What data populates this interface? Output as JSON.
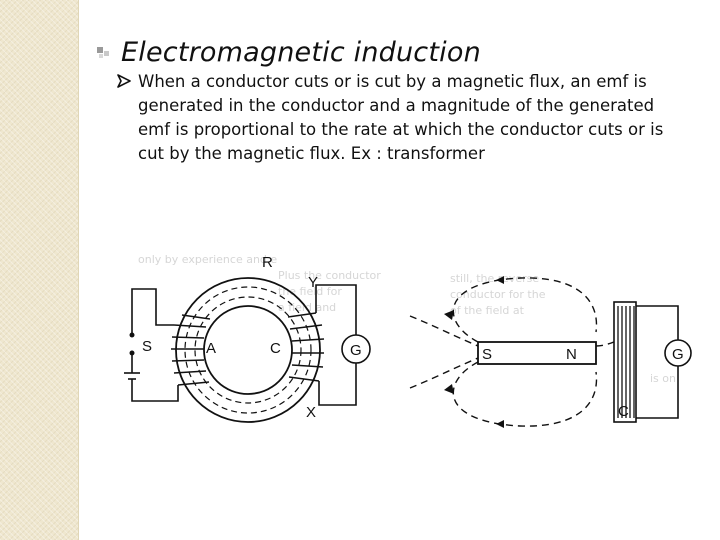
{
  "slide": {
    "title": "Electromagnetic induction",
    "bullet_text": "When a conductor cuts or is cut by a magnetic flux, an emf is generated in the conductor and a magnitude of the generated emf is proportional to the rate at which the conductor cuts or is cut by the  magnetic flux.  Ex : transformer"
  },
  "figure_toroid": {
    "labels": {
      "R": "R",
      "Y": "Y",
      "S": "S",
      "A": "A",
      "C": "C",
      "G": "G",
      "X": "X"
    }
  },
  "figure_magnet": {
    "labels": {
      "S": "S",
      "N": "N",
      "G": "G",
      "C": "C"
    }
  },
  "colors": {
    "side_strip": "#efe7cf",
    "text": "#111111"
  }
}
